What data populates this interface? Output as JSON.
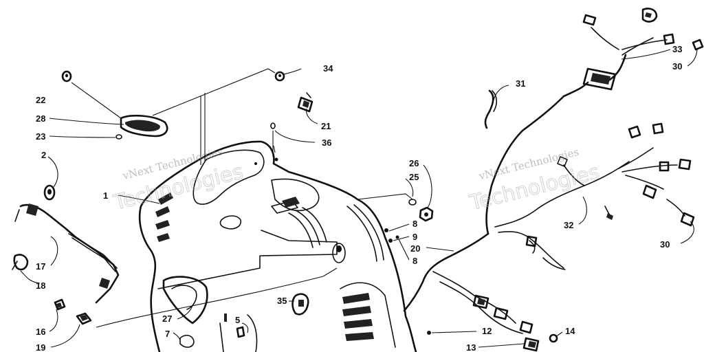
{
  "diagram": {
    "callouts": [
      {
        "id": "c22",
        "text": "22"
      },
      {
        "id": "c28",
        "text": "28"
      },
      {
        "id": "c23",
        "text": "23"
      },
      {
        "id": "c2",
        "text": "2"
      },
      {
        "id": "c1",
        "text": "1"
      },
      {
        "id": "c17",
        "text": "17"
      },
      {
        "id": "c18",
        "text": "18"
      },
      {
        "id": "c16",
        "text": "16"
      },
      {
        "id": "c19",
        "text": "19"
      },
      {
        "id": "c27",
        "text": "27"
      },
      {
        "id": "c7",
        "text": "7"
      },
      {
        "id": "c5",
        "text": "5"
      },
      {
        "id": "c35",
        "text": "35"
      },
      {
        "id": "c34",
        "text": "34"
      },
      {
        "id": "c21",
        "text": "21"
      },
      {
        "id": "c36",
        "text": "36"
      },
      {
        "id": "c26",
        "text": "26"
      },
      {
        "id": "c25",
        "text": "25"
      },
      {
        "id": "c8a",
        "text": "8"
      },
      {
        "id": "c9",
        "text": "9"
      },
      {
        "id": "c8b",
        "text": "8"
      },
      {
        "id": "c20",
        "text": "20"
      },
      {
        "id": "c12",
        "text": "12"
      },
      {
        "id": "c13",
        "text": "13"
      },
      {
        "id": "c14",
        "text": "14"
      },
      {
        "id": "c31",
        "text": "31"
      },
      {
        "id": "c33",
        "text": "33"
      },
      {
        "id": "c30a",
        "text": "30"
      },
      {
        "id": "c32",
        "text": "32"
      },
      {
        "id": "c30b",
        "text": "30"
      }
    ],
    "watermarks": [
      {
        "line1": "vNext Technologies",
        "line2": "Technologies"
      },
      {
        "line1": "vNext Technologies",
        "line2": "Technologies"
      }
    ],
    "colors": {
      "ink": "#111111",
      "watermark": "#9a9a9a",
      "background": "#ffffff"
    }
  }
}
